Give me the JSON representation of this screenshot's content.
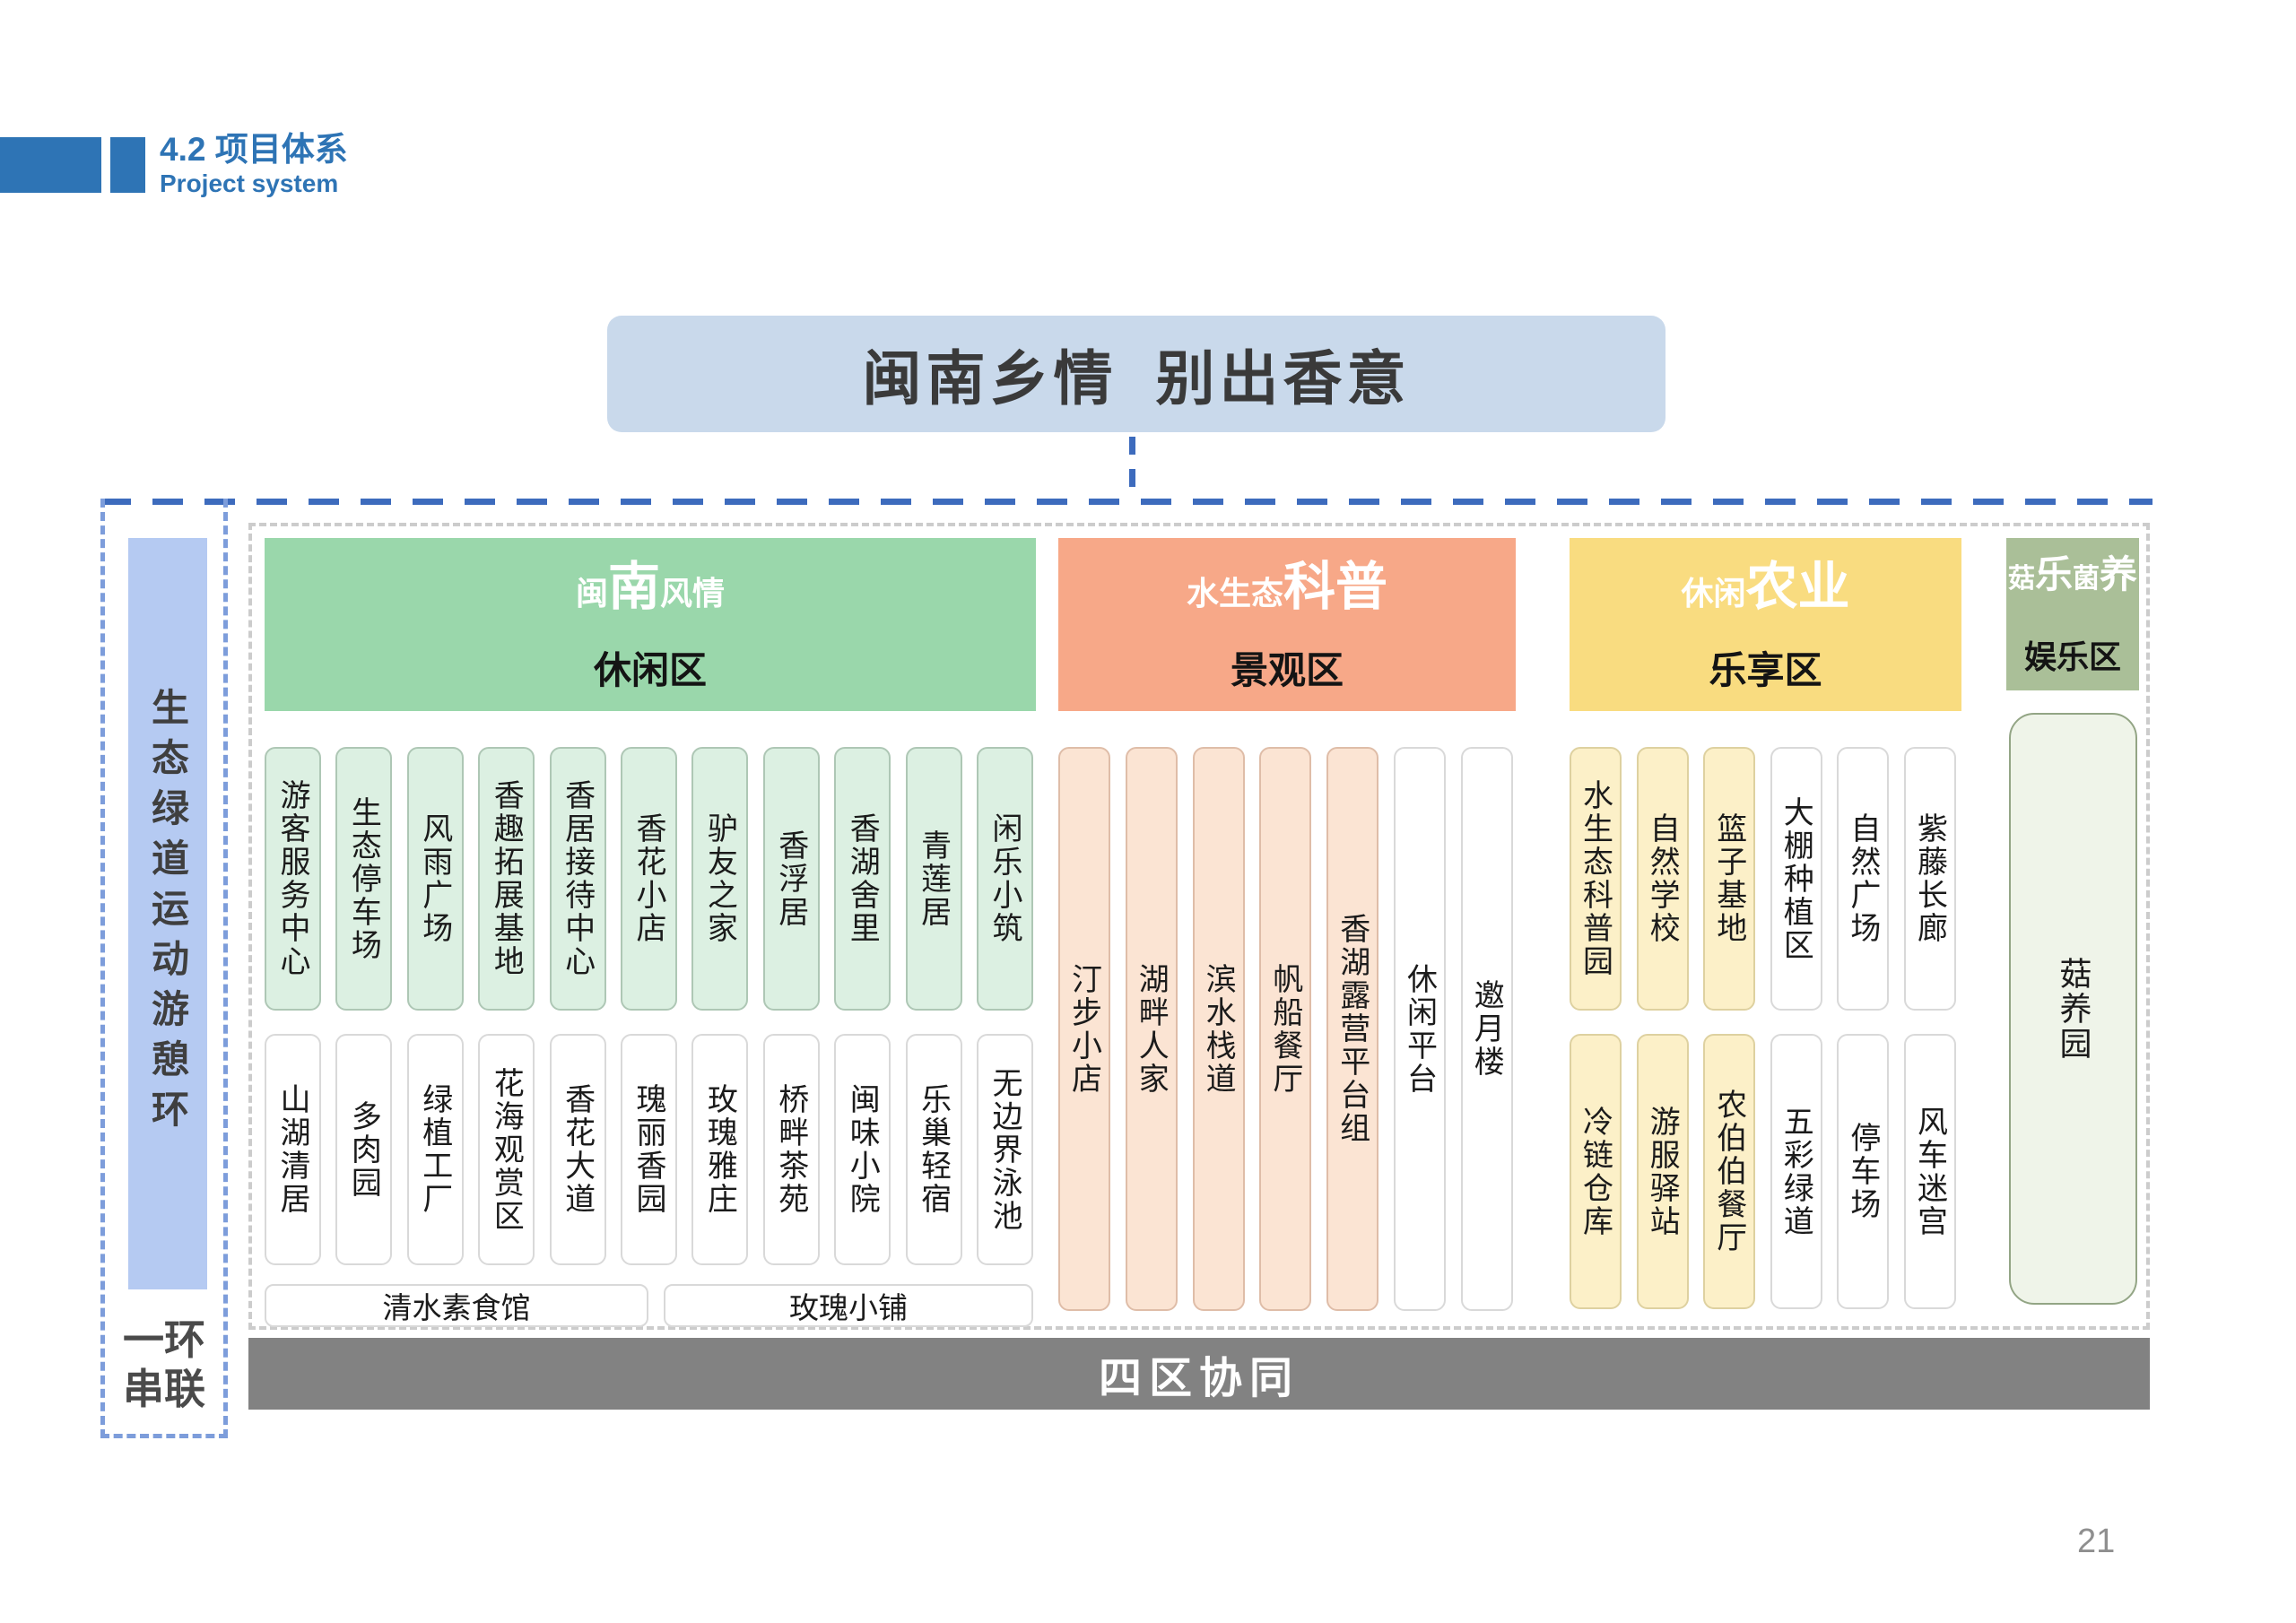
{
  "slide": {
    "page_number": "21"
  },
  "kicker": {
    "title": "4.2 项目体系",
    "subtitle": "Project system",
    "accent_color": "#2e74b5"
  },
  "main_title": {
    "text": "闽南乡情  别出香意",
    "background": "#c9d9eb"
  },
  "left_rail": {
    "vertical_label": "生态绿道运动游憩环",
    "bottom_label_1": "一环",
    "bottom_label_2": "串联",
    "bar_color": "#b5caf2"
  },
  "footer_bar": {
    "label": "四区协同",
    "color": "#828282"
  },
  "sections": [
    {
      "id": "minnan",
      "title_parts": [
        {
          "text": "闽",
          "emph": false
        },
        {
          "text": "南",
          "emph": true
        },
        {
          "text": "风情",
          "emph": false
        }
      ],
      "zone_label": "休闲区",
      "header_color": "#9ad7ab",
      "cell_fill": "#dcf0e2",
      "cell_border": "#aec7b5",
      "row1": [
        {
          "label": "游客服务中心",
          "filled": true
        },
        {
          "label": "生态停车场",
          "filled": true
        },
        {
          "label": "风雨广场",
          "filled": true
        },
        {
          "label": "香趣拓展基地",
          "filled": true
        },
        {
          "label": "香居接待中心",
          "filled": true
        },
        {
          "label": "香花小店",
          "filled": true
        },
        {
          "label": "驴友之家",
          "filled": true
        },
        {
          "label": "香浮居",
          "filled": true
        },
        {
          "label": "香湖舍里",
          "filled": true
        },
        {
          "label": "青莲居",
          "filled": true
        },
        {
          "label": "闲乐小筑",
          "filled": true
        }
      ],
      "row2": [
        {
          "label": "山湖清居",
          "filled": false
        },
        {
          "label": "多肉园",
          "filled": false
        },
        {
          "label": "绿植工厂",
          "filled": false
        },
        {
          "label": "花海观赏区",
          "filled": false
        },
        {
          "label": "香花大道",
          "filled": false
        },
        {
          "label": "瑰丽香园",
          "filled": false
        },
        {
          "label": "玫瑰雅庄",
          "filled": false
        },
        {
          "label": "桥畔茶苑",
          "filled": false
        },
        {
          "label": "闽味小院",
          "filled": false
        },
        {
          "label": "乐巢轻宿",
          "filled": false
        },
        {
          "label": "无边界泳池",
          "filled": false
        }
      ],
      "bottom_boxes": [
        {
          "label": "清水素食馆"
        },
        {
          "label": "玫瑰小铺"
        }
      ]
    },
    {
      "id": "water",
      "title_parts": [
        {
          "text": "水生态",
          "emph": false
        },
        {
          "text": "科普",
          "emph": true
        }
      ],
      "zone_label": "景观区",
      "header_color": "#f7a888",
      "cell_fill": "#fbe4d3",
      "cell_border": "#dfbda8",
      "tall_columns": [
        {
          "label": "汀步小店",
          "filled": true
        },
        {
          "label": "湖畔人家",
          "filled": true
        },
        {
          "label": "滨水栈道",
          "filled": true
        },
        {
          "label": "帆船餐厅",
          "filled": true
        },
        {
          "label": "香湖露营平台组",
          "filled": true
        },
        {
          "label": "休闲平台",
          "filled": false
        },
        {
          "label": "邀月楼",
          "filled": false
        }
      ]
    },
    {
      "id": "agri",
      "title_parts": [
        {
          "text": "休闲",
          "emph": false
        },
        {
          "text": "农业",
          "emph": true
        }
      ],
      "zone_label": "乐享区",
      "header_color": "#f9dc80",
      "cell_fill": "#fcf0c8",
      "cell_border": "#ded1a0",
      "row1": [
        {
          "label": "水生态科普园",
          "filled": true
        },
        {
          "label": "自然学校",
          "filled": true
        },
        {
          "label": "篮子基地",
          "filled": true
        },
        {
          "label": "大棚种植区",
          "filled": false
        },
        {
          "label": "自然广场",
          "filled": false
        },
        {
          "label": "紫藤长廊",
          "filled": false
        }
      ],
      "row2": [
        {
          "label": "冷链仓库",
          "filled": true
        },
        {
          "label": "游服驿站",
          "filled": true
        },
        {
          "label": "农伯伯餐厅",
          "filled": true
        },
        {
          "label": "五彩绿道",
          "filled": false
        },
        {
          "label": "停车场",
          "filled": false
        },
        {
          "label": "风车迷宫",
          "filled": false
        }
      ]
    },
    {
      "id": "mushroom",
      "title_parts": [
        {
          "text": "菇",
          "emph": false
        },
        {
          "text": "乐",
          "emph": true
        },
        {
          "text": "菌",
          "emph": false
        },
        {
          "text": "养",
          "emph": true
        }
      ],
      "zone_label": "娱乐区",
      "header_color": "#aabf98",
      "cell_fill": "#eff4e9",
      "cell_border": "#93a585",
      "big_box": {
        "label": "菇养园"
      }
    }
  ]
}
